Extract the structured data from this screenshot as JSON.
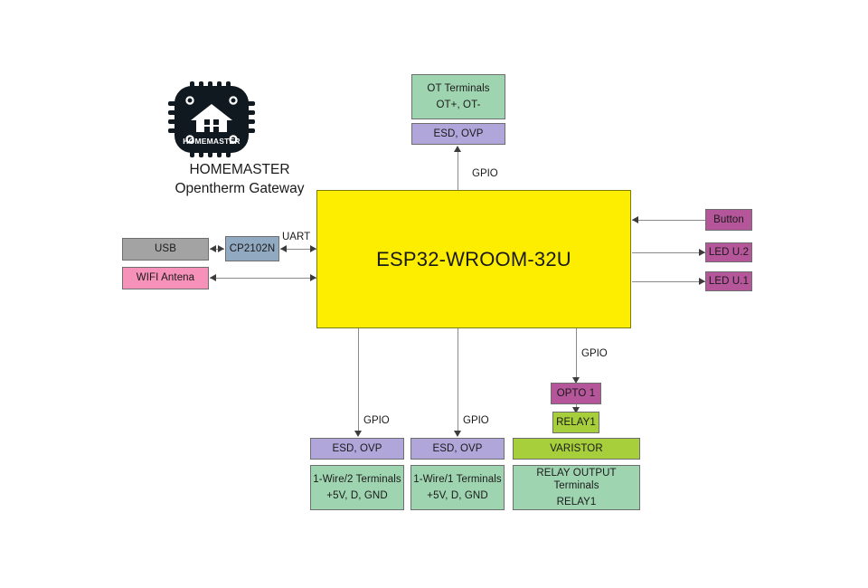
{
  "diagram": {
    "title": "HOMEMASTER Opentherm Gateway block diagram",
    "colors": {
      "green": "#9fd4b1",
      "purple": "#b0a6d9",
      "yellow": "#fdee00",
      "gray": "#a3a3a3",
      "bluegray": "#92a9c2",
      "pink": "#f691b9",
      "magenta": "#b5559a",
      "yellowgreen": "#a7cf3b",
      "connector": "#8a8a8a",
      "text": "#1a1a1a"
    }
  },
  "logo": {
    "badge_text": "HOMEMASTER",
    "icon_name": "homemaster-chip-house-logo",
    "caption_line1": "HOMEMASTER",
    "caption_line2": "Opentherm Gateway"
  },
  "blocks": {
    "ot_terminals": {
      "line1": "OT Terminals",
      "line2": "OT+, OT-"
    },
    "esd_ovp_top": {
      "line1": "ESD, OVP"
    },
    "mcu": {
      "label": "ESP32-WROOM-32U"
    },
    "usb": {
      "label": "USB"
    },
    "cp2102n": {
      "label": "CP2102N"
    },
    "wifi_antena": {
      "label": "WIFI Antena"
    },
    "button": {
      "label": "Button"
    },
    "led_u2": {
      "label": "LED U.2"
    },
    "led_u1": {
      "label": "LED U.1"
    },
    "esd_ovp_left": {
      "line1": "ESD, OVP"
    },
    "esd_ovp_mid": {
      "line1": "ESD, OVP"
    },
    "onewire2": {
      "line1": "1-Wire/2 Terminals",
      "line2": "+5V, D, GND"
    },
    "onewire1": {
      "line1": "1-Wire/1 Terminals",
      "line2": "+5V, D, GND"
    },
    "opto1": {
      "label": "OPTO 1"
    },
    "relay1": {
      "label": "RELAY1"
    },
    "varistor": {
      "label": "VARISTOR"
    },
    "relay_output": {
      "line1": "RELAY OUTPUT Terminals",
      "line2": "RELAY1"
    }
  },
  "edge_labels": {
    "gpio_top": "GPIO",
    "uart": "UART",
    "gpio_onewire2": "GPIO",
    "gpio_onewire1": "GPIO",
    "gpio_relay": "GPIO"
  }
}
